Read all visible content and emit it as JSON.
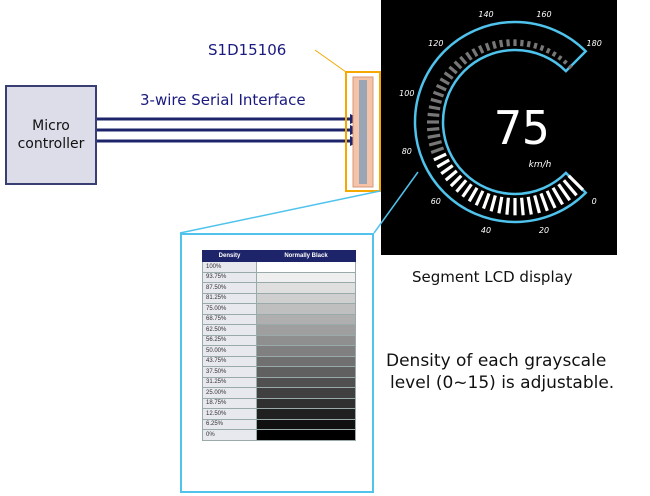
{
  "microcontroller": {
    "label": "Micro controller"
  },
  "chip": {
    "label": "S1D15106"
  },
  "interface": {
    "label": "3-wire Serial Interface"
  },
  "lcd": {
    "caption": "Segment LCD display",
    "speed": "75",
    "unit": "km/h",
    "scale": [
      "0",
      "20",
      "40",
      "60",
      "80",
      "100",
      "120",
      "140",
      "160",
      "180"
    ]
  },
  "density_table": {
    "headers": [
      "Density",
      "Normally Black"
    ],
    "rows": [
      "100%",
      "93.75%",
      "87.50%",
      "81.25%",
      "75.00%",
      "68.75%",
      "62.50%",
      "56.25%",
      "50.00%",
      "43.75%",
      "37.50%",
      "31.25%",
      "25.00%",
      "18.75%",
      "12.50%",
      "6.25%",
      "0%"
    ],
    "levels": [
      1.0,
      0.9375,
      0.875,
      0.8125,
      0.75,
      0.6875,
      0.625,
      0.5625,
      0.5,
      0.4375,
      0.375,
      0.3125,
      0.25,
      0.1875,
      0.125,
      0.0625,
      0
    ]
  },
  "note": {
    "line1": "Density of each grayscale",
    "line2": "level (0~15) is adjustable."
  },
  "colors": {
    "accent_blue": "#4fc3ec",
    "wire": "#1d2469",
    "chip_outline": "#f5a800"
  }
}
